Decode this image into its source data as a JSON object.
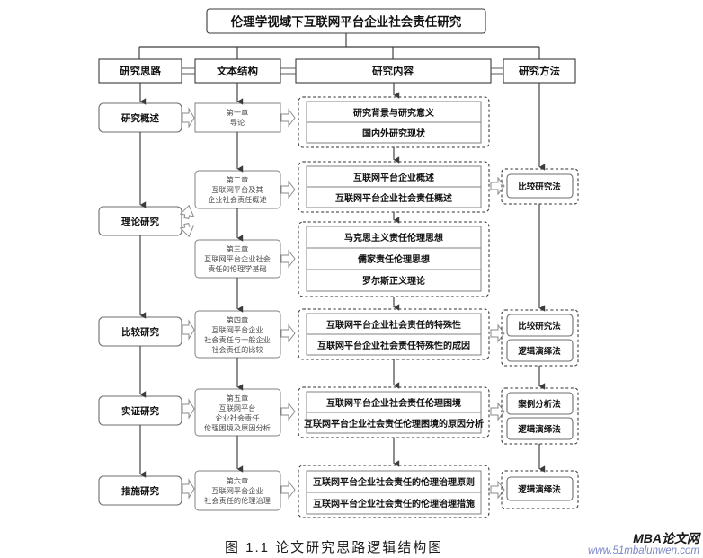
{
  "figure": {
    "title": "伦理学视域下互联网平台企业社会责任研究",
    "caption": "图 1.1   论文研究思路逻辑结构图"
  },
  "columns": {
    "headers": [
      {
        "label": "研究思路"
      },
      {
        "label": "文本结构"
      },
      {
        "label": "研究内容"
      },
      {
        "label": "研究方法"
      }
    ]
  },
  "stages": [
    {
      "label": "研究概述"
    },
    {
      "label": "理论研究"
    },
    {
      "label": "比较研究"
    },
    {
      "label": "实证研究"
    },
    {
      "label": "措施研究"
    }
  ],
  "chapters": [
    {
      "number": "第一章",
      "line1": "导论",
      "line2": "",
      "line3": ""
    },
    {
      "number": "第二章",
      "line1": "互联网平台及其",
      "line2": "企业社会责任概述",
      "line3": ""
    },
    {
      "number": "第三章",
      "line1": "互联网平台企业社会",
      "line2": "责任的伦理学基础",
      "line3": ""
    },
    {
      "number": "第四章",
      "line1": "互联网平台企业",
      "line2": "社会责任与一般企业",
      "line3": "社会责任的比较"
    },
    {
      "number": "第五章",
      "line1": "互联网平台",
      "line2": "企业社会责任",
      "line3": "伦理困境及原因分析"
    },
    {
      "number": "第六章",
      "line1": "互联网平台企业",
      "line2": "社会责任的伦理治理",
      "line3": ""
    }
  ],
  "content_groups": [
    {
      "items": [
        "研究背景与研究意义",
        "国内外研究现状"
      ]
    },
    {
      "items": [
        "互联网平台企业概述",
        "互联网平台企业社会责任概述"
      ]
    },
    {
      "items": [
        "马克思主义责任伦理思想",
        "儒家责任伦理思想",
        "罗尔斯正义理论"
      ]
    },
    {
      "items": [
        "互联网平台企业社会责任的特殊性",
        "互联网平台企业社会责任特殊性的成因"
      ]
    },
    {
      "items": [
        "互联网平台企业社会责任伦理困境",
        "互联网平台企业社会责任伦理困境的原因分析"
      ]
    },
    {
      "items": [
        "互联网平台企业社会责任的伦理治理原则",
        "互联网平台企业社会责任的伦理治理措施"
      ]
    }
  ],
  "method_groups": [
    {
      "items": [
        "比较研究法"
      ]
    },
    {
      "items": [
        "比较研究法",
        "逻辑演绎法"
      ]
    },
    {
      "items": [
        "案例分析法",
        "逻辑演绎法"
      ]
    },
    {
      "items": [
        "逻辑演绎法"
      ]
    }
  ],
  "watermark": {
    "brand": "MBA论文网",
    "url": "www.51mbalunwen.com"
  },
  "colors": {
    "stroke": "#3a3a3a",
    "dashed": "#2b2b2b",
    "chapter_text": "#4a4a4a",
    "watermark_url": "#7a86c8"
  }
}
